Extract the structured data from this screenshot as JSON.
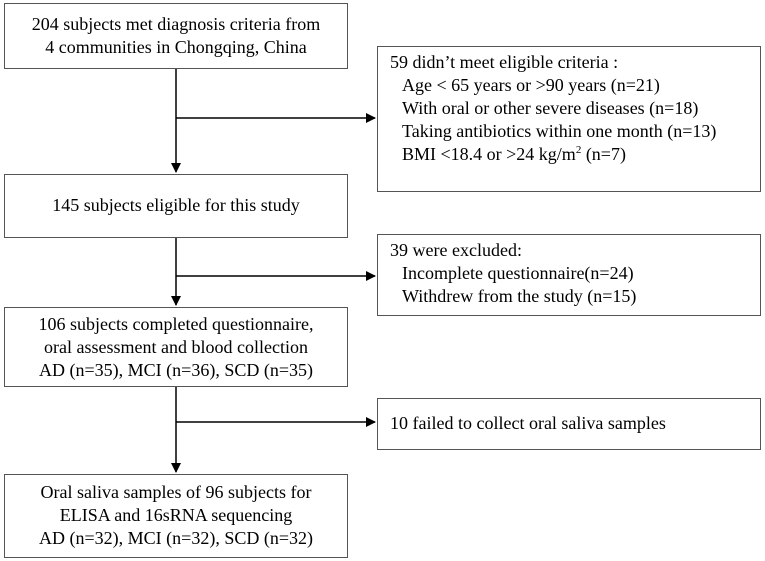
{
  "flow": {
    "box1": {
      "lines": [
        "204 subjects met diagnosis criteria from",
        "4 communities in Chongqing, China"
      ]
    },
    "excluded1": {
      "title": "59 didn’t meet eligible criteria :",
      "items": [
        "Age < 65 years or >90 years (n=21)",
        "With oral or other severe diseases (n=18)",
        "Taking antibiotics within one month (n=13)"
      ],
      "bmi_prefix": "BMI <18.4 or >24 kg/m",
      "bmi_sup": "2",
      "bmi_suffix": " (n=7)"
    },
    "box2": {
      "lines": [
        "145 subjects eligible for this study"
      ]
    },
    "excluded2": {
      "title": "39 were excluded:",
      "items": [
        "Incomplete questionnaire(n=24)",
        "Withdrew from the study (n=15)"
      ]
    },
    "box3": {
      "lines": [
        "106 subjects completed questionnaire,",
        "oral assessment and blood collection",
        "AD (n=35), MCI (n=36), SCD (n=35)"
      ]
    },
    "excluded3": {
      "title": "10 failed to collect oral saliva samples"
    },
    "box4": {
      "lines": [
        "Oral saliva samples of 96 subjects for",
        "ELISA and 16sRNA sequencing",
        "AD (n=32), MCI (n=32), SCD (n=32)"
      ]
    }
  }
}
